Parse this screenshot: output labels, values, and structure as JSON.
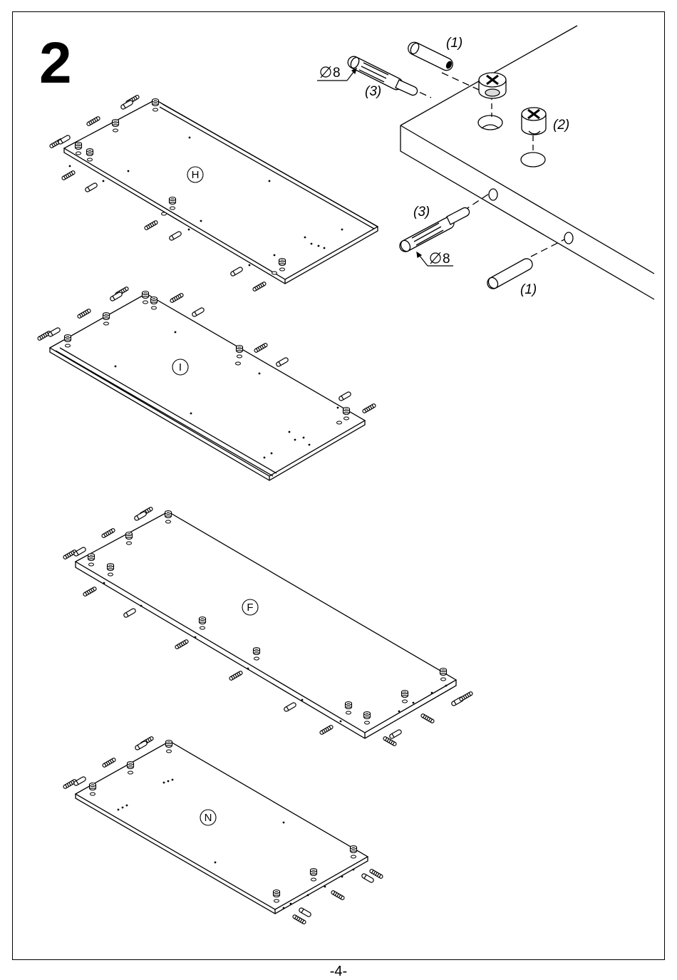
{
  "step": {
    "number": "2"
  },
  "page": {
    "number": "-4-"
  },
  "detail": {
    "part_cam_bolt_upper": "(1)",
    "part_cam_bolt_lower": "(1)",
    "part_cam_lock": "(2)",
    "part_dowel_upper": "(3)",
    "part_dowel_lower": "(3)",
    "diameter_upper": "8",
    "diameter_lower": "8"
  },
  "panels": [
    {
      "label": "H"
    },
    {
      "label": "I"
    },
    {
      "label": "F"
    },
    {
      "label": "N"
    }
  ]
}
